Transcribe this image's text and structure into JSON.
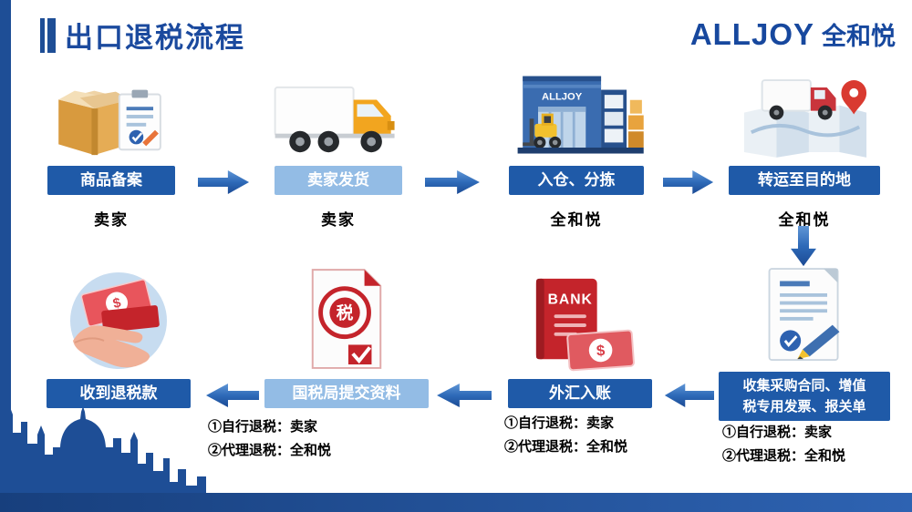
{
  "header": {
    "title": "出口退税流程",
    "logo_en": "ALLJOY",
    "logo_cn": "全和悦"
  },
  "row1": {
    "steps": [
      {
        "label": "商品备案",
        "owner": "卖家",
        "icon": "package-clipboard-icon"
      },
      {
        "label": "卖家发货",
        "owner": "卖家",
        "icon": "delivery-truck-icon"
      },
      {
        "label": "入仓、分拣",
        "owner": "全和悦",
        "icon": "warehouse-forklift-icon"
      },
      {
        "label": "转运至目的地",
        "owner": "全和悦",
        "icon": "truck-map-pin-icon"
      }
    ]
  },
  "row2": {
    "steps": [
      {
        "label": "收到退税款",
        "icon": "hand-money-icon"
      },
      {
        "label": "国税局提交资料",
        "icon": "tax-seal-document-icon",
        "note1": "①自行退税：卖家",
        "note2": "②代理退税：全和悦"
      },
      {
        "label": "外汇入账",
        "icon": "bank-money-icon",
        "note1": "①自行退税：卖家",
        "note2": "②代理退税：全和悦"
      },
      {
        "label": "收集采购合同、增值\n税专用发票、报关单",
        "icon": "contract-pen-icon",
        "note1": "①自行退税：卖家",
        "note2": "②代理退税：全和悦"
      }
    ]
  },
  "icon_text": {
    "warehouse_sign": "ALLJOY",
    "bank": "BANK",
    "tax_char": "税",
    "dollar": "$"
  },
  "colors": {
    "dark_blue": "#1F5AA8",
    "light_blue": "#93BCE5",
    "title_blue": "#1B4A9E",
    "accent_red": "#C4242B",
    "orange": "#F2A51F"
  }
}
